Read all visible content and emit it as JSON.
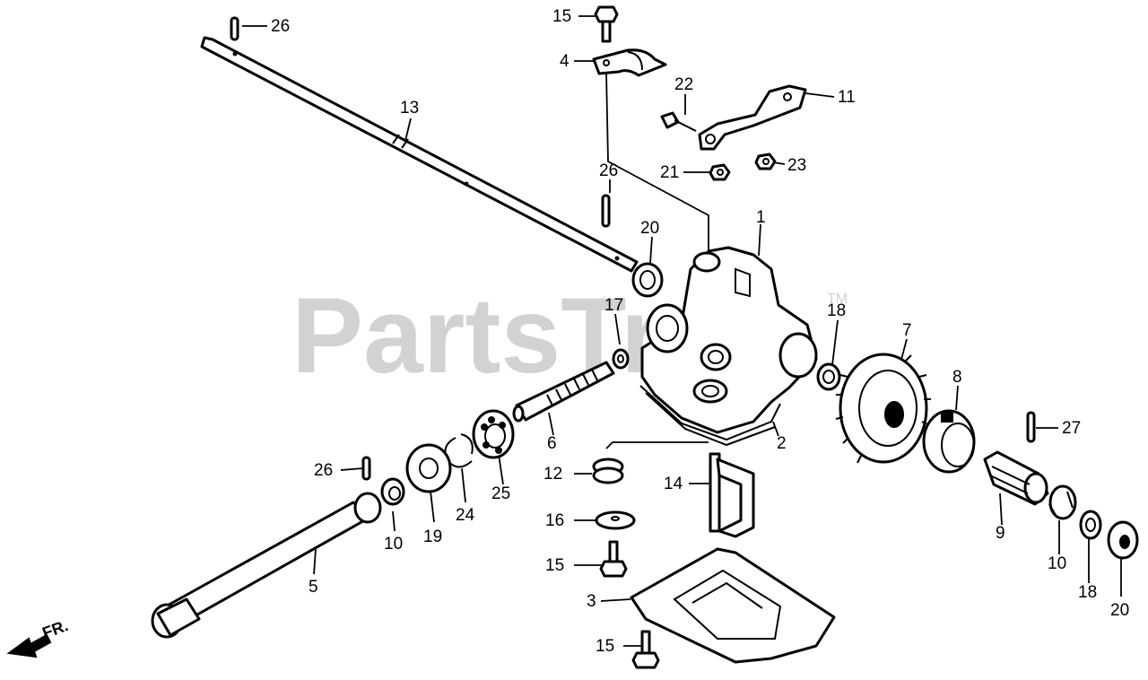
{
  "watermark": {
    "text": "PartsTree",
    "trademark": "TM"
  },
  "direction_indicator": {
    "label": "FR."
  },
  "callouts": [
    "1",
    "2",
    "3",
    "4",
    "5",
    "6",
    "7",
    "8",
    "9",
    "10",
    "10",
    "11",
    "12",
    "13",
    "14",
    "15",
    "15",
    "15",
    "16",
    "17",
    "18",
    "18",
    "19",
    "20",
    "20",
    "21",
    "22",
    "23",
    "24",
    "25",
    "26",
    "26",
    "26",
    "27"
  ]
}
